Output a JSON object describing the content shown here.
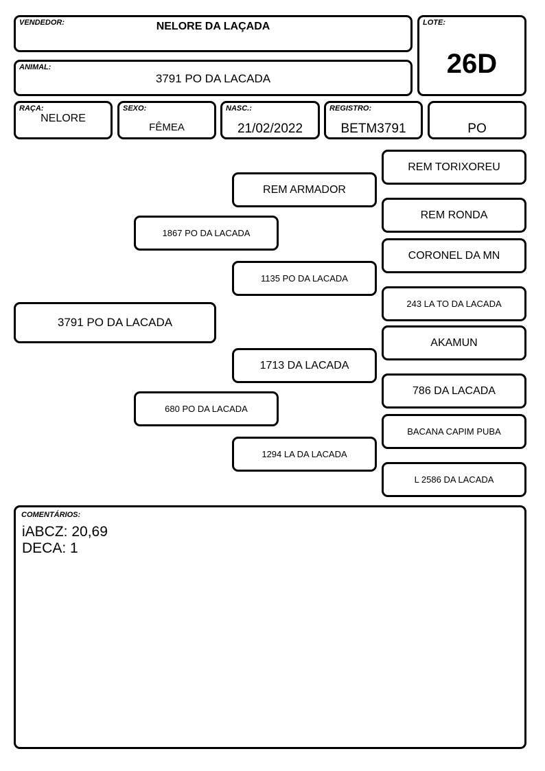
{
  "header": {
    "vendedor_label": "VENDEDOR:",
    "vendedor": "NELORE DA LAÇADA",
    "lote_label": "LOTE:",
    "lote": "26D",
    "animal_label": "ANIMAL:",
    "animal": "3791 PO DA LACADA"
  },
  "fields": {
    "raca_label": "RAÇA:",
    "raca": "NELORE",
    "sexo_label": "SEXO:",
    "sexo": "FÊMEA",
    "nasc_label": "NASC.:",
    "nasc": "21/02/2022",
    "registro_label": "REGISTRO:",
    "registro": "BETM3791",
    "categoria": "PO"
  },
  "pedigree": {
    "animal": "3791 PO DA LACADA",
    "sire": "1867 PO DA LACADA",
    "dam": "680 PO DA LACADA",
    "sire_sire": "REM ARMADOR",
    "sire_dam": "1135 PO DA LACADA",
    "dam_sire": "1713 DA LACADA",
    "dam_dam": "1294 LA DA LACADA",
    "ggp": [
      "REM TORIXOREU",
      "REM RONDA",
      "CORONEL DA MN",
      "243 LA TO DA LACADA",
      "AKAMUN",
      "786 DA LACADA",
      "BACANA CAPIM PUBA",
      "L 2586 DA LACADA"
    ]
  },
  "comments": {
    "label": "COMENTÁRIOS:",
    "lines": [
      "iABCZ: 20,69",
      "DECA: 1"
    ]
  }
}
